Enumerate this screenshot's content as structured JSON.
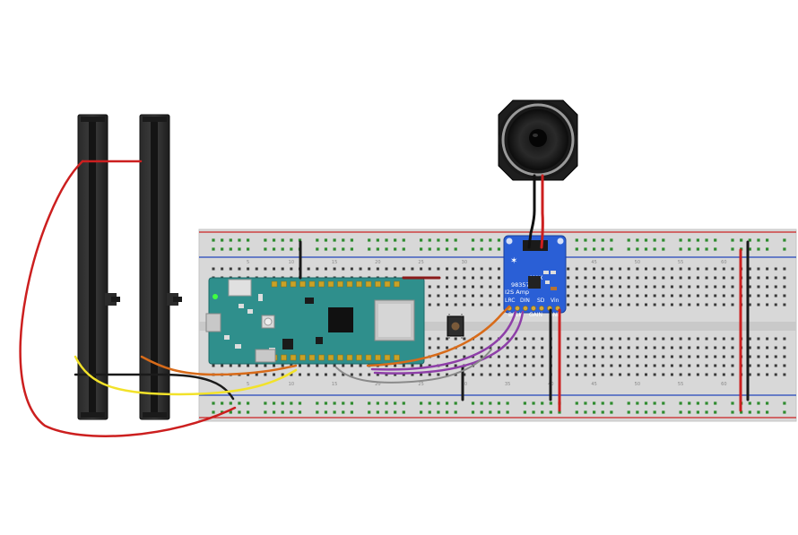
{
  "diagram": {
    "breadboard": {
      "column_numbers": [
        "5",
        "10",
        "15",
        "20",
        "25",
        "30",
        "35",
        "40",
        "45",
        "50",
        "55",
        "60"
      ]
    },
    "amp": {
      "title": "MAX",
      "model": "98357A",
      "subtitle": "I2S Amp",
      "top_pins": [
        "LRC",
        "DIN",
        "SD",
        "Vin"
      ],
      "bottom_pins": [
        "BCLK",
        "GAIN",
        "GND"
      ]
    },
    "colors": {
      "wire_red": "#cc1f1f",
      "wire_black": "#1a1a1a",
      "wire_orange": "#d76b1a",
      "wire_yellow": "#f2e22a",
      "wire_purple": "#8e3fa8",
      "wire_gray": "#8a8a8a",
      "board_teal": "#2f8f8c",
      "amp_blue": "#2a5fd6",
      "rail_red": "#cc2222",
      "rail_blue": "#2244bb"
    }
  }
}
